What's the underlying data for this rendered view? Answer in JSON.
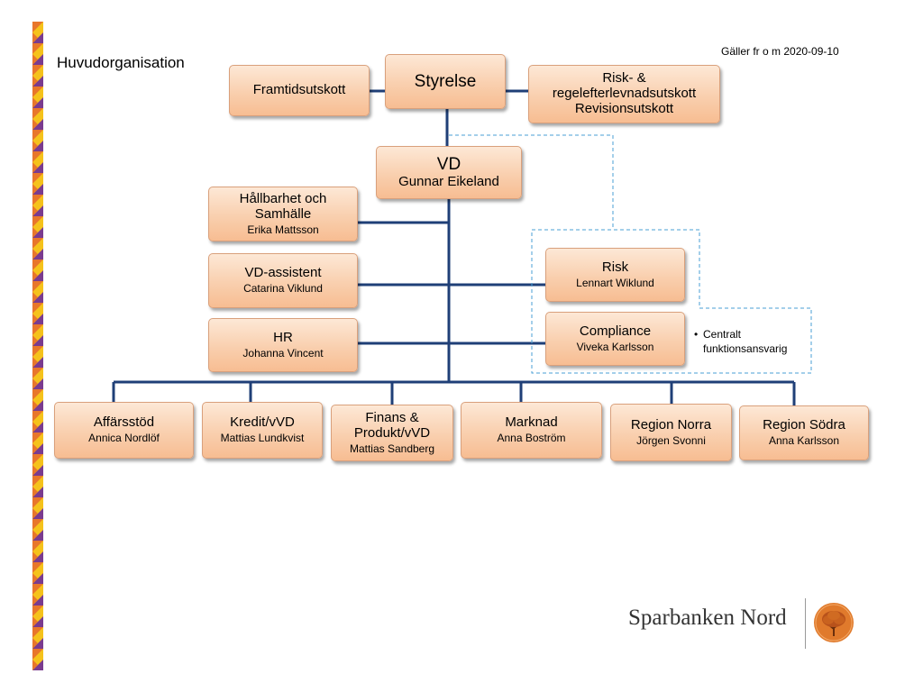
{
  "header": {
    "title": "Huvudorganisation",
    "valid_from": "Gäller fr o m 2020-09-10"
  },
  "board": {
    "styrelse": "Styrelse",
    "framtid": "Framtidsutskott",
    "risk_committee_line1": "Risk- &",
    "risk_committee_line2": "regelefterlevnadsutskott",
    "risk_committee_line3": "Revisionsutskott"
  },
  "ceo": {
    "title": "VD",
    "name": "Gunnar  Eikeland"
  },
  "staff": [
    {
      "title": "Hållbarhet och Samhälle",
      "name": "Erika Mattsson"
    },
    {
      "title": "VD-assistent",
      "name": "Catarina  Viklund"
    },
    {
      "title": "HR",
      "name": "Johanna  Vincent"
    }
  ],
  "control": [
    {
      "title": "Risk",
      "name": "Lennart  Wiklund"
    },
    {
      "title": "Compliance",
      "name": "Viveka  Karlsson"
    }
  ],
  "note": {
    "bullet": "•",
    "line1": "Centralt",
    "line2": "funktionsansvarig"
  },
  "departments": [
    {
      "title": "Affärsstöd",
      "name": "Annica Nordlöf"
    },
    {
      "title": "Kredit/vVD",
      "name": "Mattias  Lundkvist"
    },
    {
      "title": "Finans & Produkt/vVD",
      "name": "Mattias  Sandberg"
    },
    {
      "title": "Marknad",
      "name": "Anna  Boström"
    },
    {
      "title": "Region Norra",
      "name": "Jörgen  Svonni"
    },
    {
      "title": "Region Södra",
      "name": "Anna  Karlsson"
    }
  ],
  "logo": {
    "name": "Sparbanken Nord"
  },
  "colors": {
    "connector": "#1f3f77",
    "dashed": "#4a9fd6",
    "box_fill_top": "#fde8d6",
    "box_fill_bottom": "#f7bd92",
    "stripe_yellow": "#f5c21b",
    "stripe_orange": "#e8762b",
    "stripe_purple": "#7a3b8f",
    "emblem": "#e07a2c"
  }
}
